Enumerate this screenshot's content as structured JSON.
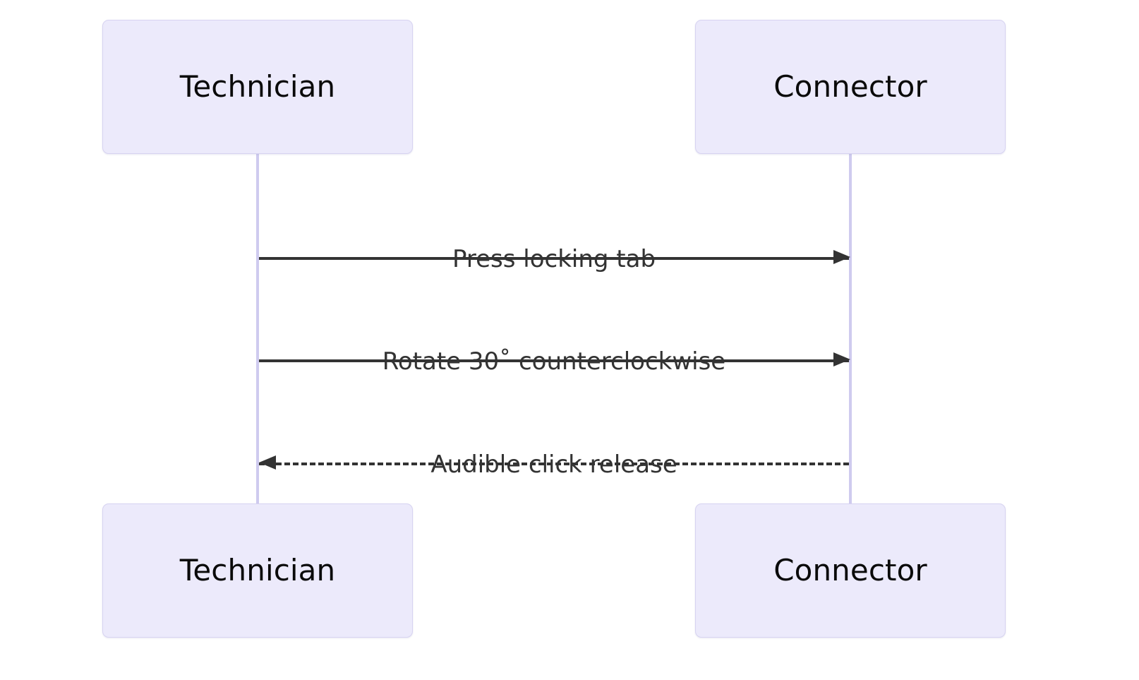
{
  "diagram": {
    "type": "sequence-diagram",
    "background_color": "#ffffff",
    "participants": [
      {
        "id": "technician",
        "label": "Technician"
      },
      {
        "id": "connector",
        "label": "Connector"
      }
    ],
    "messages": [
      {
        "label": "Press locking tab",
        "from": "technician",
        "to": "connector",
        "direction": "right",
        "line_style": "solid",
        "arrow_style": "filled"
      },
      {
        "label": "Rotate 30˚ counterclockwise",
        "from": "technician",
        "to": "connector",
        "direction": "right",
        "line_style": "solid",
        "arrow_style": "filled"
      },
      {
        "label": "Audible click release",
        "from": "connector",
        "to": "technician",
        "direction": "left",
        "line_style": "dashed",
        "arrow_style": "filled"
      }
    ],
    "colors": {
      "actor_fill": "#ECEAFB",
      "actor_border": "#D7D3F1",
      "actor_text": "#0A0A0A",
      "lifeline": "#CFCBEF",
      "message_line": "#333333",
      "message_text": "#333333"
    }
  }
}
